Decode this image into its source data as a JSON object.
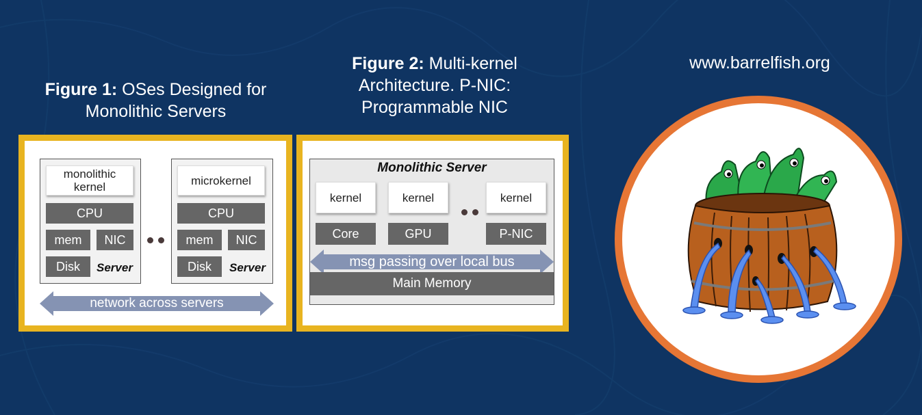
{
  "figure1": {
    "caption_bold": "Figure 1:",
    "caption_rest": "OSes Designed for Monolithic Servers",
    "left_server": {
      "kernel": "monolithic kernel",
      "cpu": "CPU",
      "mem": "mem",
      "nic": "NIC",
      "disk": "Disk",
      "label": "Server"
    },
    "right_server": {
      "kernel": "microkernel",
      "cpu": "CPU",
      "mem": "mem",
      "nic": "NIC",
      "disk": "Disk",
      "label": "Server"
    },
    "network_label": "network across servers"
  },
  "figure2": {
    "caption_bold": "Figure 2:",
    "caption_line1_rest": "Multi-kernel",
    "caption_line2": "Architecture. P-NIC:",
    "caption_line3": "Programmable NIC",
    "title": "Monolithic Server",
    "units": [
      {
        "kernel": "kernel",
        "hw": "Core"
      },
      {
        "kernel": "kernel",
        "hw": "GPU"
      },
      {
        "kernel": "kernel",
        "hw": "P-NIC"
      }
    ],
    "bus_label": "msg passing over local bus",
    "memory_label": "Main Memory"
  },
  "logo": {
    "url": "www.barrelfish.org",
    "colors": {
      "ring": "#e67635",
      "barrel": "#b8601e",
      "fish": "#2aa84a",
      "water": "#4a7fe0"
    }
  },
  "colors": {
    "background": "#0f3462",
    "frame": "#e8b420",
    "hw_box": "#666666",
    "arrow": "#8593b3"
  }
}
